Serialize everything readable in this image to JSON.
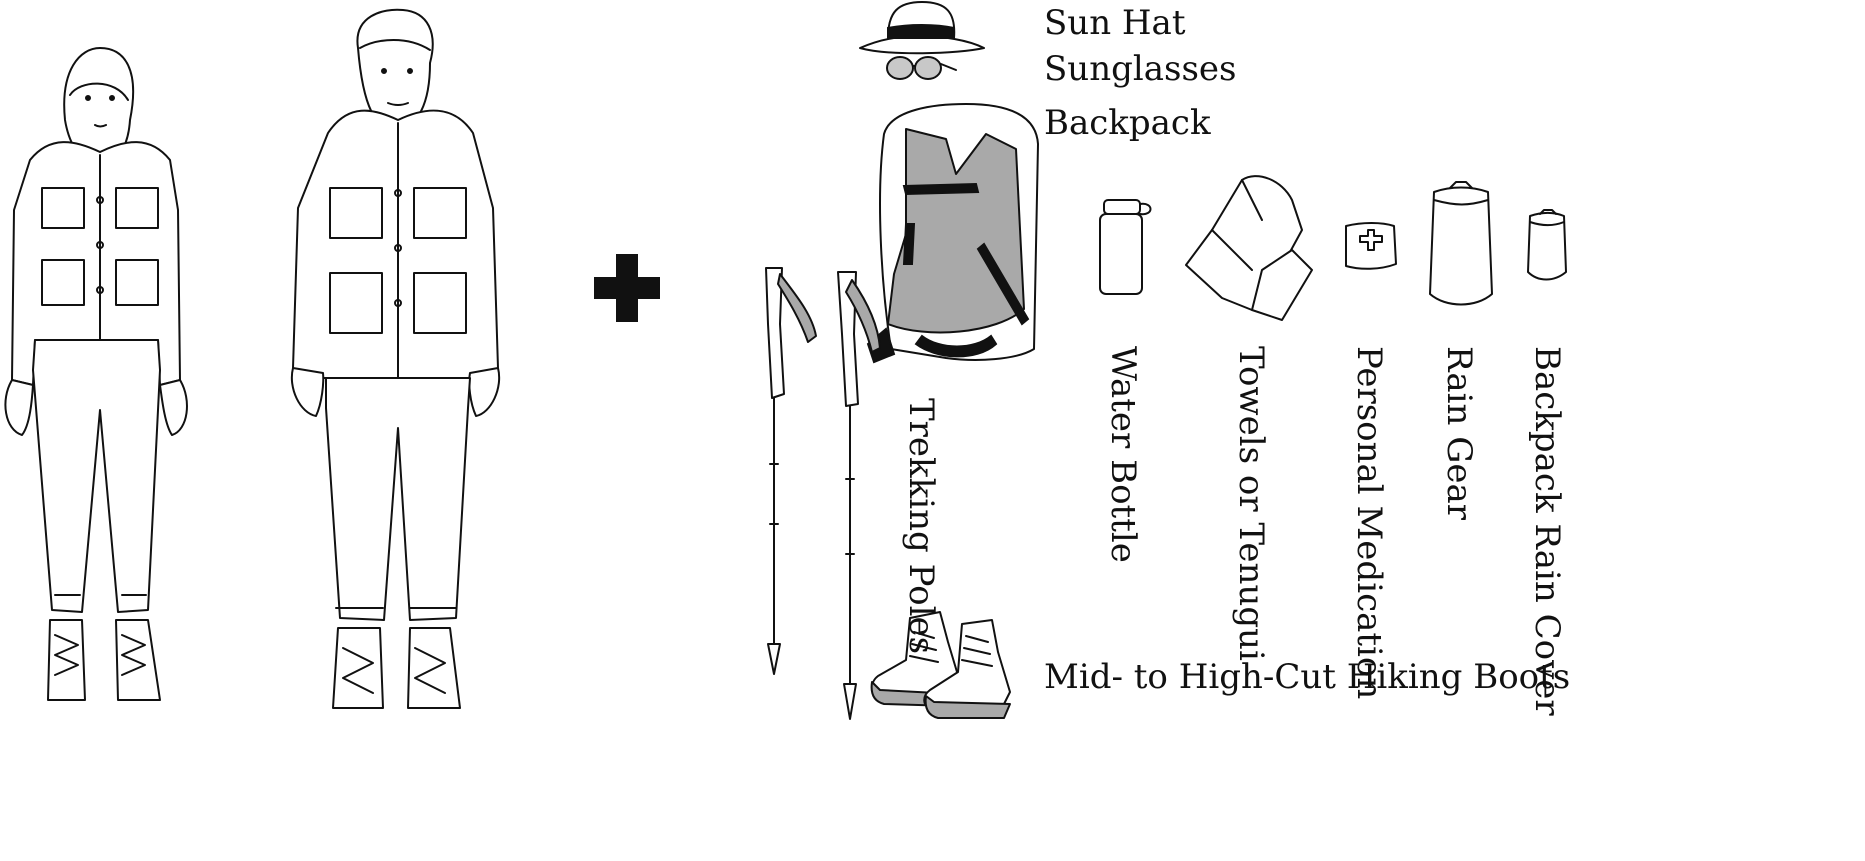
{
  "gear_labels": {
    "sun_hat": "Sun Hat",
    "sunglasses": "Sunglasses",
    "backpack": "Backpack",
    "trekking_poles": "Trekking Poles",
    "water_bottle": "Water Bottle",
    "towels": "Towels or Tenugui",
    "medication": "Personal Medication",
    "rain_gear": "Rain Gear",
    "backpack_rain_cover": "Backpack Rain Cover",
    "boots": "Mid- to High-Cut Hiking Boots"
  },
  "colors": {
    "line": "#111111",
    "fill_gray": "#a9a9a9",
    "background": "#ffffff"
  },
  "icons": [
    "woman-hiker-figure",
    "man-hiker-figure",
    "plus-icon",
    "sun-hat-icon",
    "sunglasses-icon",
    "backpack-icon",
    "trekking-poles-icon",
    "water-bottle-icon",
    "towel-icon",
    "medication-pouch-icon",
    "rain-gear-bag-icon",
    "rain-cover-bag-icon",
    "hiking-boots-icon"
  ]
}
